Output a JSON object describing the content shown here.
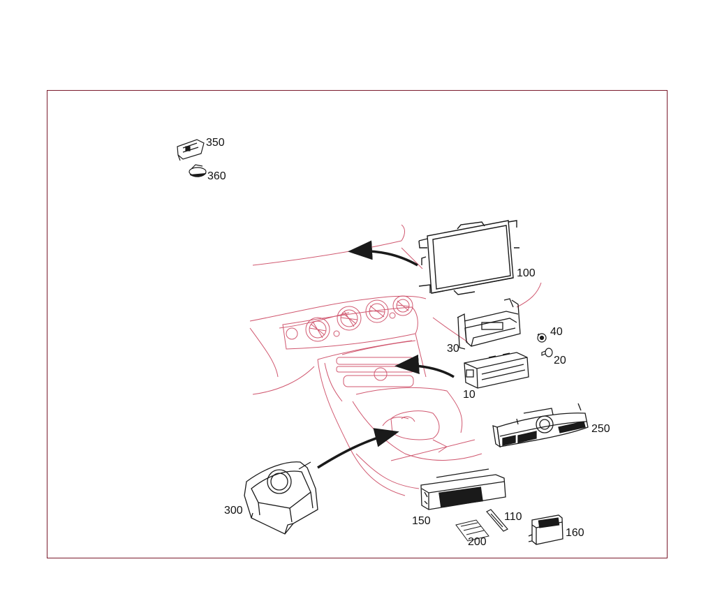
{
  "colors": {
    "frame": "#7a1a2c",
    "dashboard_line": "#d0576f",
    "part_outline": "#1a1a1a",
    "label": "#111111",
    "background": "#ffffff"
  },
  "parts": [
    {
      "id": "p350",
      "label": "350"
    },
    {
      "id": "p360",
      "label": "360"
    },
    {
      "id": "p100",
      "label": "100"
    },
    {
      "id": "p40",
      "label": "40"
    },
    {
      "id": "p30",
      "label": "30"
    },
    {
      "id": "p20",
      "label": "20"
    },
    {
      "id": "p10",
      "label": "10"
    },
    {
      "id": "p250",
      "label": "250"
    },
    {
      "id": "p300",
      "label": "300"
    },
    {
      "id": "p110",
      "label": "110"
    },
    {
      "id": "p150",
      "label": "150"
    },
    {
      "id": "p160",
      "label": "160"
    },
    {
      "id": "p200",
      "label": "200"
    }
  ]
}
